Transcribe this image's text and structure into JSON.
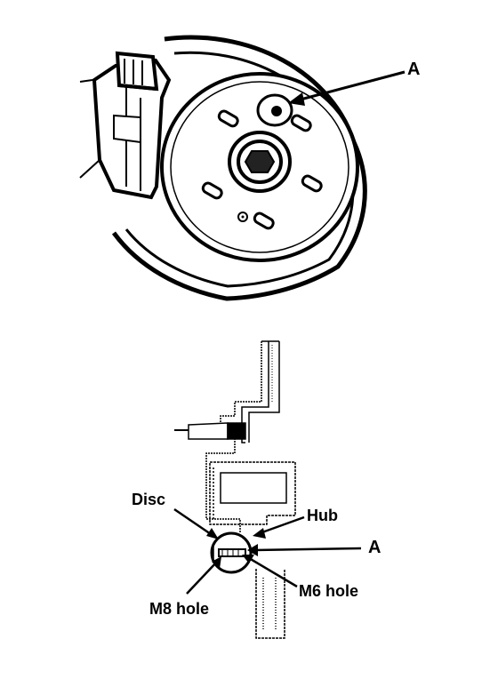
{
  "top_figure": {
    "callout_a": "A"
  },
  "bottom_figure": {
    "disc_label": "Disc",
    "hub_label": "Hub",
    "callout_a": "A",
    "m8_label": "M8 hole",
    "m6_label": "M6 hole"
  },
  "colors": {
    "ink": "#000000",
    "paper": "#ffffff"
  }
}
